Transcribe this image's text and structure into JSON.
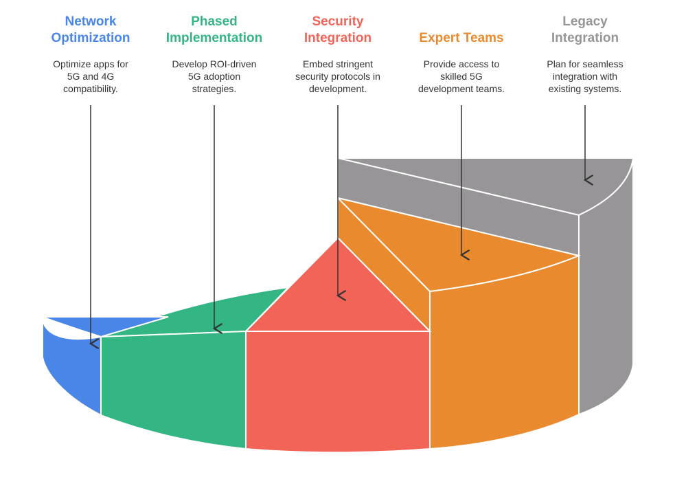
{
  "colors": {
    "network": "#4a86e8",
    "phased": "#33b584",
    "security": "#f26457",
    "expert": "#e98a2e",
    "legacy": "#979597"
  },
  "sections": [
    {
      "key": "network",
      "title": "Network\nOptimization",
      "description": "Optimize apps for\n5G and 4G\ncompatibility."
    },
    {
      "key": "phased",
      "title": "Phased\nImplementation",
      "description": "Develop ROI-driven\n5G adoption\nstrategies."
    },
    {
      "key": "security",
      "title": "Security\nIntegration",
      "description": "Embed stringent\nsecurity protocols in\ndevelopment."
    },
    {
      "key": "expert",
      "title": "Expert Teams",
      "description": "Provide access to\nskilled 5G\ndevelopment teams."
    },
    {
      "key": "legacy",
      "title": "Legacy\nIntegration",
      "description": "Plan for seamless\nintegration with\nexisting systems."
    }
  ]
}
